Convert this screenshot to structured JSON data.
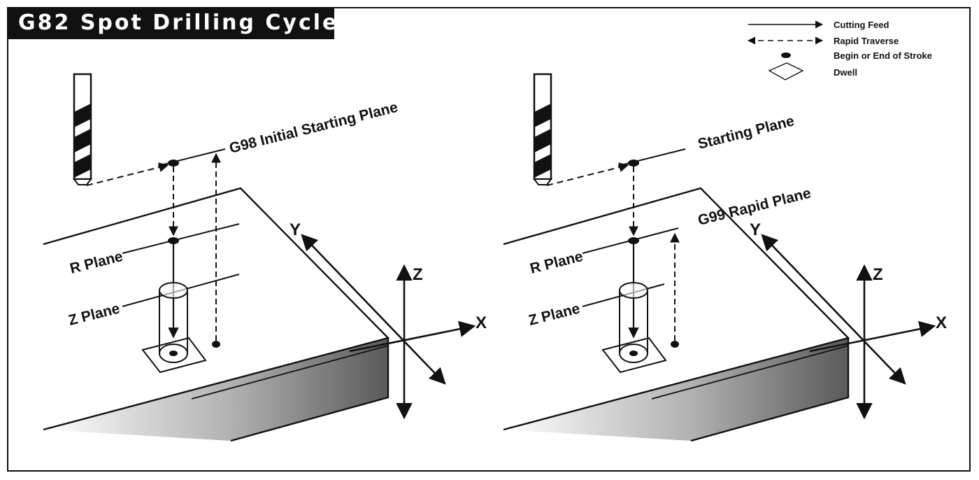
{
  "title": "G82 Spot Drilling Cycle",
  "legend": {
    "cutting_feed": "Cutting Feed",
    "rapid_traverse": "Rapid Traverse",
    "begin_end_stroke": "Begin or End of Stroke",
    "dwell": "Dwell"
  },
  "left_panel": {
    "top_plane_label": "G98 Initial Starting Plane",
    "r_plane_label": "R Plane",
    "z_plane_label": "Z Plane"
  },
  "right_panel": {
    "top_plane_label": "Starting Plane",
    "rapid_plane_label": "G99 Rapid Plane",
    "r_plane_label": "R Plane",
    "z_plane_label": "Z Plane"
  },
  "axes": {
    "x": "X",
    "y": "Y",
    "z": "Z"
  }
}
